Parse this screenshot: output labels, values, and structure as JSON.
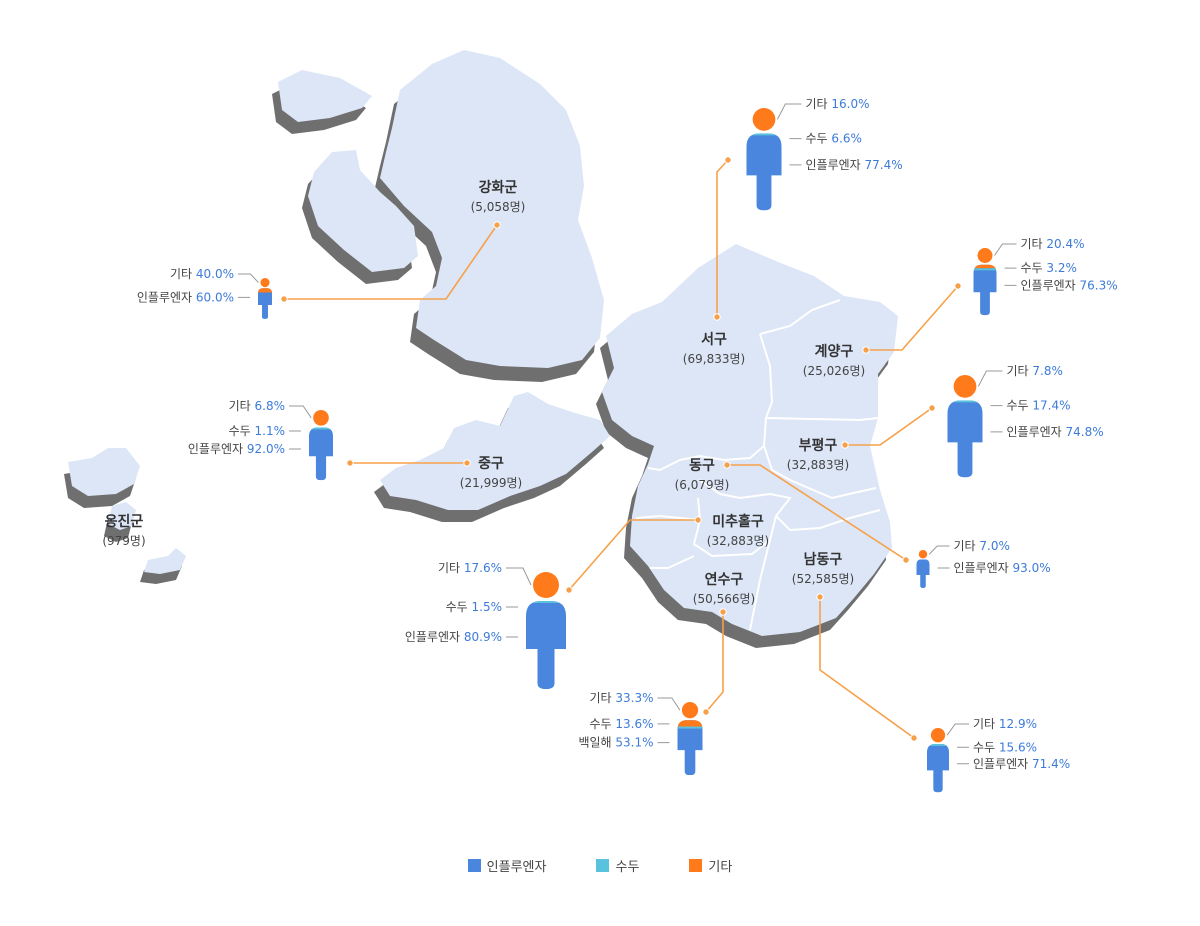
{
  "colors": {
    "influenza": "#4a86dd",
    "measles": "#59c2dd",
    "other": "#ff7a1a",
    "land": "#dce6f6",
    "shadow": "#6f6f6f",
    "leader": "#f7a04a"
  },
  "legend": [
    {
      "label": "인플루엔자",
      "color": "#4a86dd"
    },
    {
      "label": "수두",
      "color": "#59c2dd"
    },
    {
      "label": "기타",
      "color": "#ff7a1a"
    }
  ],
  "districts": [
    {
      "id": "ganghwa",
      "name": "강화군",
      "count": "(5,058명)",
      "stats": [
        {
          "label": "기타",
          "value": "40.0%",
          "pct": 40.0
        },
        {
          "label": "인플루엔자",
          "value": "60.0%",
          "pct": 60.0
        }
      ]
    },
    {
      "id": "seo",
      "name": "서구",
      "count": "(69,833명)",
      "stats": [
        {
          "label": "기타",
          "value": "16.0%",
          "pct": 16.0
        },
        {
          "label": "수두",
          "value": "6.6%",
          "pct": 6.6
        },
        {
          "label": "인플루엔자",
          "value": "77.4%",
          "pct": 77.4
        }
      ]
    },
    {
      "id": "gyeyang",
      "name": "계양구",
      "count": "(25,026명)",
      "stats": [
        {
          "label": "기타",
          "value": "20.4%",
          "pct": 20.4
        },
        {
          "label": "수두",
          "value": "3.2%",
          "pct": 3.2
        },
        {
          "label": "인플루엔자",
          "value": "76.3%",
          "pct": 76.3
        }
      ]
    },
    {
      "id": "bupyeong",
      "name": "부평구",
      "count": "(32,883명)",
      "stats": [
        {
          "label": "기타",
          "value": "7.8%",
          "pct": 7.8
        },
        {
          "label": "수두",
          "value": "17.4%",
          "pct": 17.4
        },
        {
          "label": "인플루엔자",
          "value": "74.8%",
          "pct": 74.8
        }
      ]
    },
    {
      "id": "jung",
      "name": "중구",
      "count": "(21,999명)",
      "stats": [
        {
          "label": "기타",
          "value": "6.8%",
          "pct": 6.8
        },
        {
          "label": "수두",
          "value": "1.1%",
          "pct": 1.1
        },
        {
          "label": "인플루엔자",
          "value": "92.0%",
          "pct": 92.0
        }
      ]
    },
    {
      "id": "dong",
      "name": "동구",
      "count": "(6,079명)",
      "stats": [
        {
          "label": "기타",
          "value": "7.0%",
          "pct": 7.0
        },
        {
          "label": "인플루엔자",
          "value": "93.0%",
          "pct": 93.0
        }
      ]
    },
    {
      "id": "michuhol",
      "name": "미추홀구",
      "count": "(32,883명)",
      "stats": [
        {
          "label": "기타",
          "value": "17.6%",
          "pct": 17.6
        },
        {
          "label": "수두",
          "value": "1.5%",
          "pct": 1.5
        },
        {
          "label": "인플루엔자",
          "value": "80.9%",
          "pct": 80.9
        }
      ]
    },
    {
      "id": "yeonsu",
      "name": "연수구",
      "count": "(50,566명)",
      "stats": [
        {
          "label": "기타",
          "value": "33.3%",
          "pct": 33.3
        },
        {
          "label": "수두",
          "value": "13.6%",
          "pct": 13.6
        },
        {
          "label": "백일해",
          "value": "53.1%",
          "pct": 53.1
        }
      ]
    },
    {
      "id": "namdong",
      "name": "남동구",
      "count": "(52,585명)",
      "stats": [
        {
          "label": "기타",
          "value": "12.9%",
          "pct": 12.9
        },
        {
          "label": "수두",
          "value": "15.6%",
          "pct": 15.6
        },
        {
          "label": "인플루엔자",
          "value": "71.4%",
          "pct": 71.4
        }
      ]
    },
    {
      "id": "ongjin",
      "name": "옹진군",
      "count": "(979명)",
      "stats": []
    }
  ]
}
